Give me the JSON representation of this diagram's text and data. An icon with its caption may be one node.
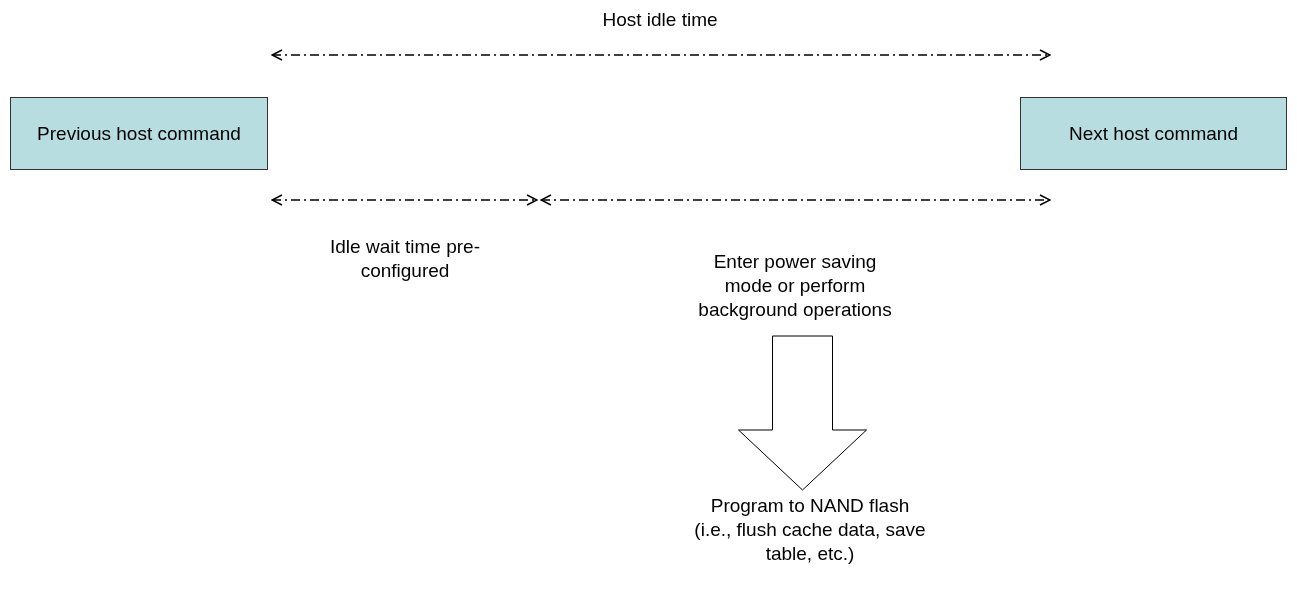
{
  "diagram": {
    "nodes": [
      {
        "text": [
          "Previous host command"
        ]
      },
      {
        "text": [
          "Next host command"
        ]
      },
      {
        "text": [
          "Enter power saving mode or perform background operations"
        ]
      },
      {
        "text": [
          "Program to NAND flash (i.e., flush cache data, save table, etc.)"
        ]
      }
    ],
    "edges": [
      {
        "from": 2,
        "to": 3,
        "arrow": "to"
      }
    ],
    "labels": [
      "Host idle time",
      "Idle wait time pre-configured"
    ]
  }
}
